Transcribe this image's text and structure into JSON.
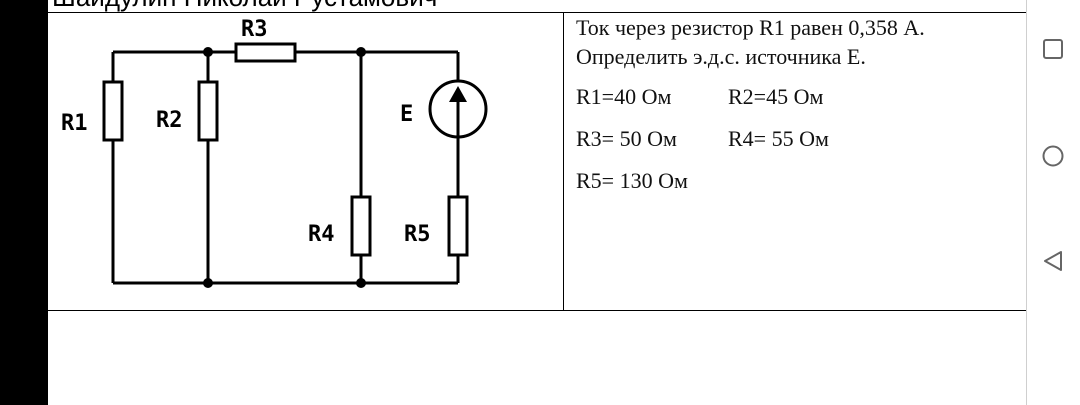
{
  "header_cut": "Шайдулин Николай Рустамович",
  "problem": {
    "line1": "Ток через резистор R1 равен 0,358 А.",
    "line2": "Определить э.д.с. источника Е."
  },
  "values": {
    "r1": "R1=40  Ом",
    "r2": "R2=45  Ом",
    "r3": "R3= 50  Ом",
    "r4": "R4= 55  Ом",
    "r5": "R5= 130  Ом"
  },
  "diagram": {
    "labels": {
      "r1": "R1",
      "r2": "R2",
      "r3": "R3",
      "r4": "R4",
      "r5": "R5",
      "e": "E"
    }
  },
  "nav": {
    "icons": [
      "square-icon",
      "circle-icon",
      "triangle-back-icon"
    ]
  }
}
